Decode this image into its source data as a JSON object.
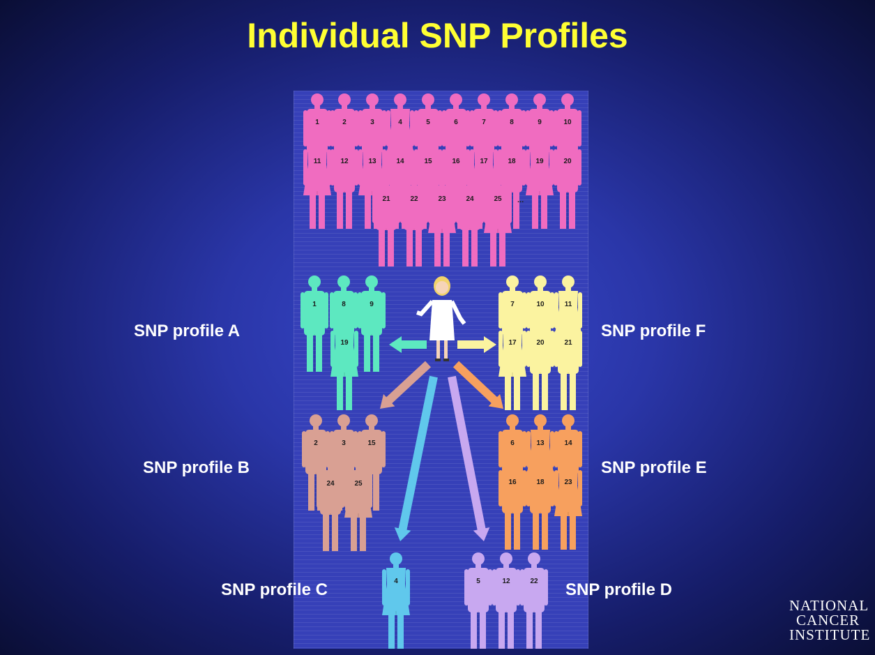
{
  "title": "Individual SNP Profiles",
  "colors": {
    "pink": "#f06cc0",
    "teal": "#5de8c0",
    "yellow": "#fbf3a0",
    "brown": "#d9a093",
    "orange": "#f7a05e",
    "blue": "#60c8ec",
    "lavender": "#c8a8f0"
  },
  "population": {
    "row1": [
      "1",
      "2",
      "3",
      "4",
      "5",
      "6",
      "7",
      "8",
      "9",
      "10"
    ],
    "row2": [
      "11",
      "12",
      "13",
      "14",
      "15",
      "16",
      "17",
      "18",
      "19",
      "20"
    ],
    "row3": [
      "21",
      "22",
      "23",
      "24",
      "25"
    ],
    "ellipsis": "..."
  },
  "groups": [
    {
      "label": "SNP profile A",
      "members": [
        "1",
        "8",
        "9",
        "19"
      ],
      "color": "teal"
    },
    {
      "label": "SNP profile B",
      "members": [
        "2",
        "3",
        "15",
        "24",
        "25"
      ],
      "color": "brown"
    },
    {
      "label": "SNP profile C",
      "members": [
        "4"
      ],
      "color": "blue"
    },
    {
      "label": "SNP profile D",
      "members": [
        "5",
        "12",
        "22"
      ],
      "color": "lavender"
    },
    {
      "label": "SNP profile E",
      "members": [
        "6",
        "13",
        "14",
        "16",
        "18",
        "23"
      ],
      "color": "orange"
    },
    {
      "label": "SNP profile F",
      "members": [
        "7",
        "10",
        "11",
        "17",
        "20",
        "21"
      ],
      "color": "yellow"
    }
  ],
  "logo": {
    "line1": "NATIONAL",
    "line2": "CANCER",
    "line3": "INSTITUTE"
  }
}
